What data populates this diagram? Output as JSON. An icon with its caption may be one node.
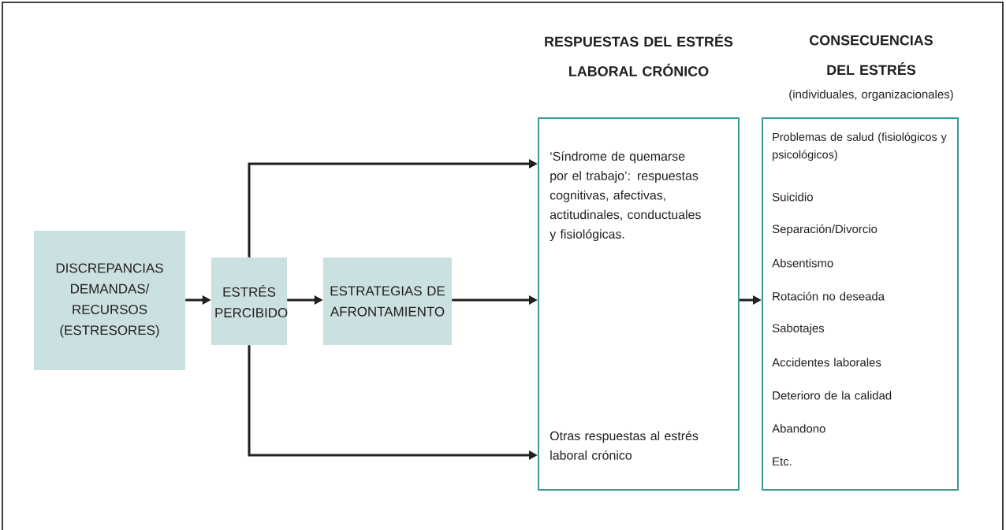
{
  "diagram": {
    "nodes": [
      {
        "text": [
          "DISCREPANCIAS DEMANDAS/ RECURSOS (ESTRESORES)"
        ]
      },
      {
        "text": [
          "ESTRÉS PERCIBIDO"
        ]
      },
      {
        "text": [
          "ESTRATEGIAS DE AFRONTAMIENTO"
        ]
      },
      {
        "text": [
          "RESPUESTAS DEL ESTRÉS LABORAL CRÓNICO",
          "‘Síndrome de quemarse por el trabajo’: respuestas cognitivas, afectivas, actitudinales, conductuales y fisiológicas.",
          "Otras respuestas al estrés laboral crónico"
        ]
      },
      {
        "text": [
          "CONSECUENCIAS DEL ESTRÉS",
          "(individuales, organizacionales)",
          "Problemas de salud (fisiológicos y psicológicos)",
          "Suicidio",
          "Separación/Divorcio",
          "Absentismo",
          "Rotación no deseada",
          "Sabotajes",
          "Accidentes laborales",
          "Deterioro de la calidad",
          "Abandono",
          "Etc."
        ]
      }
    ],
    "edges": [
      {
        "from": 0,
        "to": 1,
        "arrow": "to"
      },
      {
        "from": 1,
        "to": 2,
        "arrow": "to"
      },
      {
        "from": 2,
        "to": 3,
        "arrow": "to"
      },
      {
        "from": 1,
        "to": 3,
        "arrow": "to"
      },
      {
        "from": 1,
        "to": 3,
        "arrow": "to"
      },
      {
        "from": 3,
        "to": 4,
        "arrow": "to"
      }
    ]
  }
}
